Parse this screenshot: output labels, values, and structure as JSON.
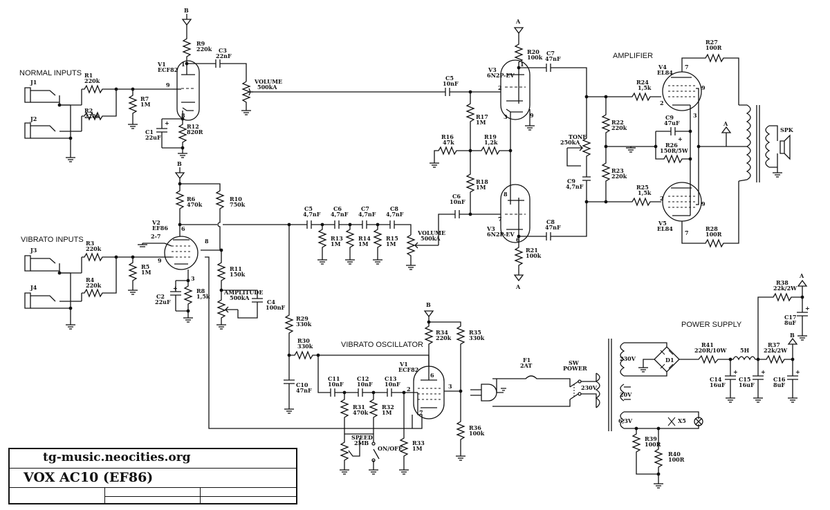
{
  "title_block": {
    "url": "tg-music.neocities.org",
    "name": "VOX AC10 (EF86)"
  },
  "sections": {
    "normal_inputs": "NORMAL INPUTS",
    "vibrato_inputs": "VIBRATO INPUTS",
    "amplifier": "AMPLIFIER",
    "power_supply": "POWER SUPPLY",
    "vibrato_oscillator": "VIBRATO OSCILLATOR"
  },
  "jacks": {
    "j1": "J1",
    "j2": "J2",
    "j3": "J3",
    "j4": "J4"
  },
  "rails": {
    "b": "B",
    "a": "A"
  },
  "tubes": {
    "v1": {
      "ref": "V1",
      "type": "ECF82"
    },
    "v2": {
      "ref": "V2",
      "type": "EF86"
    },
    "v3": {
      "ref": "V3",
      "type": "6N2P-EV"
    },
    "v4": {
      "ref": "V4",
      "type": "EL84"
    },
    "v5": {
      "ref": "V5",
      "type": "EL84"
    },
    "v1o": {
      "ref": "V1",
      "type": "ECF82"
    }
  },
  "pins": {
    "v1_9": "9",
    "v1_1": "1",
    "v1_8": "8",
    "v2_6": "6",
    "v2_8": "8",
    "v2_9": "9",
    "v2_3": "3",
    "v2_27": "2-7",
    "v3_2": "2",
    "v3_1": "1",
    "v3_3": "3",
    "v3_9": "9",
    "v3_8": "8",
    "v3_7": "7",
    "v3_6": "6",
    "v4_7": "7",
    "v4_9": "9",
    "v4_2": "2",
    "v4_3": "3",
    "v5_2": "2",
    "v5_9": "9",
    "v5_7": "7",
    "vo_6": "6",
    "vo_3": "3",
    "vo_2": "2",
    "vo_7": "7"
  },
  "resistors": [
    {
      "ref": "R1",
      "value": "220k"
    },
    {
      "ref": "R2",
      "value": "220k"
    },
    {
      "ref": "R3",
      "value": "220k"
    },
    {
      "ref": "R4",
      "value": "220k"
    },
    {
      "ref": "R5",
      "value": "1M"
    },
    {
      "ref": "R6",
      "value": "470k"
    },
    {
      "ref": "R7",
      "value": "1M"
    },
    {
      "ref": "R8",
      "value": "1,5k"
    },
    {
      "ref": "R9",
      "value": "220k"
    },
    {
      "ref": "R10",
      "value": "750k"
    },
    {
      "ref": "R11",
      "value": "150k"
    },
    {
      "ref": "R12",
      "value": "820R"
    },
    {
      "ref": "R13",
      "value": "1M"
    },
    {
      "ref": "R14",
      "value": "1M"
    },
    {
      "ref": "R15",
      "value": "1M"
    },
    {
      "ref": "R16",
      "value": "47k"
    },
    {
      "ref": "R17",
      "value": "1M"
    },
    {
      "ref": "R18",
      "value": "1M"
    },
    {
      "ref": "R19",
      "value": "1,2k"
    },
    {
      "ref": "R20",
      "value": "100k"
    },
    {
      "ref": "R21",
      "value": "100k"
    },
    {
      "ref": "R22",
      "value": "220k"
    },
    {
      "ref": "R23",
      "value": "220k"
    },
    {
      "ref": "R24",
      "value": "1,5k"
    },
    {
      "ref": "R25",
      "value": "1,5k"
    },
    {
      "ref": "R26",
      "value": "150R/5W"
    },
    {
      "ref": "R27",
      "value": "100R"
    },
    {
      "ref": "R28",
      "value": "100R"
    },
    {
      "ref": "R29",
      "value": "330k"
    },
    {
      "ref": "R30",
      "value": "330k"
    },
    {
      "ref": "R31",
      "value": "470k"
    },
    {
      "ref": "R32",
      "value": "1M"
    },
    {
      "ref": "R33",
      "value": "1M"
    },
    {
      "ref": "R34",
      "value": "220k"
    },
    {
      "ref": "R35",
      "value": "330k"
    },
    {
      "ref": "R36",
      "value": "100k"
    },
    {
      "ref": "R37",
      "value": "22k/2W"
    },
    {
      "ref": "R38",
      "value": "22k/2W"
    },
    {
      "ref": "R39",
      "value": "100R"
    },
    {
      "ref": "R40",
      "value": "100R"
    },
    {
      "ref": "R41",
      "value": "220R/10W"
    }
  ],
  "capacitors": [
    {
      "ref": "C1",
      "value": "22uF"
    },
    {
      "ref": "C2",
      "value": "22uF"
    },
    {
      "ref": "C3",
      "value": "22nF"
    },
    {
      "ref": "C4",
      "value": "100nF"
    },
    {
      "ref": "C5",
      "value": "4,7nF"
    },
    {
      "ref": "C6",
      "value": "4,7nF"
    },
    {
      "ref": "C7",
      "value": "4,7nF"
    },
    {
      "ref": "C8",
      "value": "4,7nF"
    },
    {
      "ref": "C5",
      "value": "10nF"
    },
    {
      "ref": "C6",
      "value": "10nF"
    },
    {
      "ref": "C7",
      "value": "47nF"
    },
    {
      "ref": "C8",
      "value": "47nF"
    },
    {
      "ref": "C9",
      "value": "4,7nF"
    },
    {
      "ref": "C9",
      "value": "47uF"
    },
    {
      "ref": "C10",
      "value": "47nF"
    },
    {
      "ref": "C11",
      "value": "10nF"
    },
    {
      "ref": "C12",
      "value": "10nF"
    },
    {
      "ref": "C13",
      "value": "10nF"
    },
    {
      "ref": "C14",
      "value": "16uF"
    },
    {
      "ref": "C15",
      "value": "16uF"
    },
    {
      "ref": "C16",
      "value": "8uF"
    },
    {
      "ref": "C17",
      "value": "8uF"
    }
  ],
  "pots": {
    "volume1": {
      "name": "VOLUME",
      "value": "500kA"
    },
    "volume2": {
      "name": "VOLUME",
      "value": "500kA"
    },
    "tone": {
      "name": "TONE",
      "value": "250kA"
    },
    "amplitude": {
      "name": "AMPLITUDE",
      "value": "500kA"
    },
    "speed": {
      "name": "SPEED",
      "value": "2MB"
    }
  },
  "misc": {
    "onoff": "ON/OFF",
    "fuse_ref": "F1",
    "fuse_value": "2AT",
    "sw_ref": "SW",
    "sw_name": "POWER",
    "mains": "230V",
    "tr_230": "230V",
    "tr_20": "20V",
    "tr_63": "6,3V",
    "diode": "D1",
    "choke": "5H",
    "lamp_count": "X5",
    "spk": "SPK"
  }
}
